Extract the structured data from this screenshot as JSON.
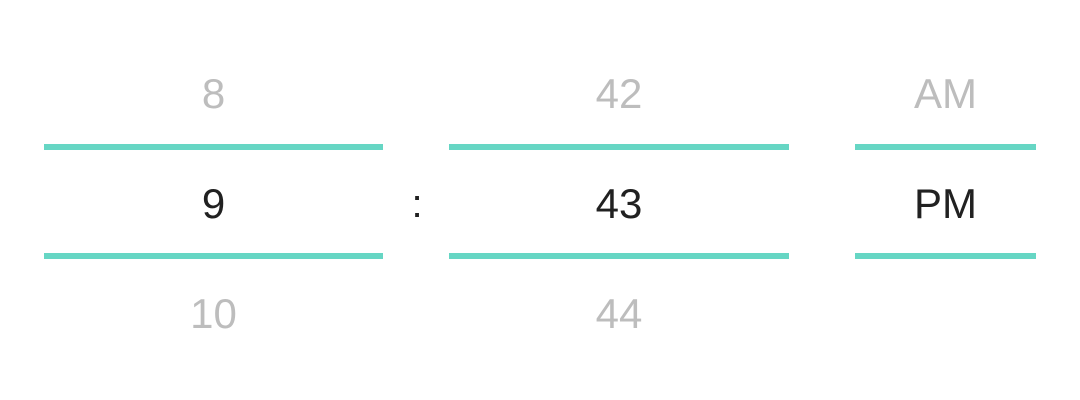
{
  "theme": {
    "accent_color": "#66d6c4",
    "selected_text_color": "#212121",
    "unselected_text_color": "#bdbdbd",
    "background_color": "#ffffff"
  },
  "picker": {
    "separator": ":",
    "hour": {
      "prev": "8",
      "current": "9",
      "next": "10"
    },
    "minute": {
      "prev": "42",
      "current": "43",
      "next": "44"
    },
    "meridiem": {
      "prev": "AM",
      "current": "PM"
    }
  }
}
